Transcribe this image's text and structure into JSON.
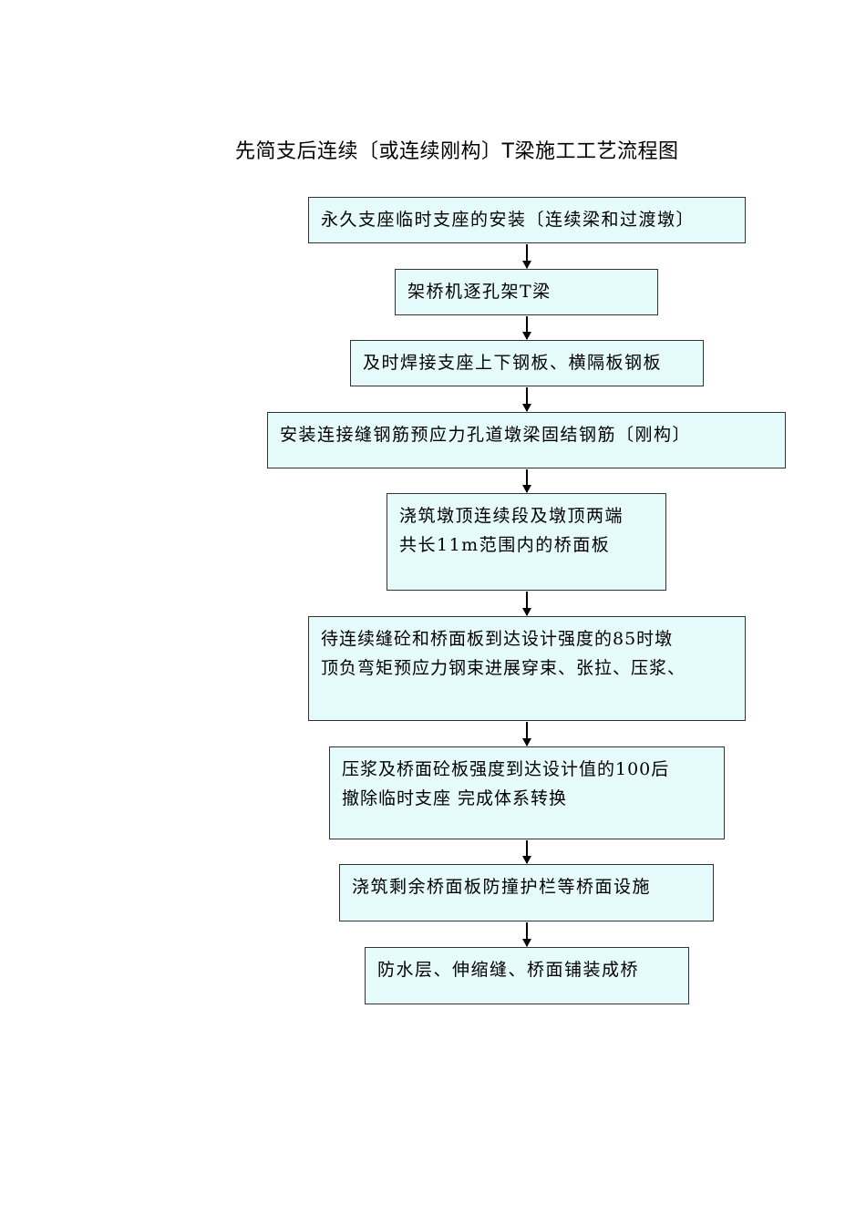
{
  "diagram": {
    "title": "先简支后连续〔或连续刚构〕T梁施工工艺流程图",
    "steps": [
      {
        "lines": [
          "永久支座临时支座的安装〔连续梁和过渡墩〕"
        ]
      },
      {
        "lines": [
          "架桥机逐孔架T梁"
        ]
      },
      {
        "lines": [
          "及时焊接支座上下钢板、横隔板钢板"
        ]
      },
      {
        "lines": [
          "安装连接缝钢筋预应力孔道墩梁固结钢筋〔刚构〕"
        ]
      },
      {
        "lines": [
          "浇筑墩顶连续段及墩顶两端",
          "共长11m范围内的桥面板"
        ]
      },
      {
        "lines": [
          "待连续缝砼和桥面板到达设计强度的85时墩",
          "顶负弯矩预应力钢束进展穿束、张拉、压浆、"
        ]
      },
      {
        "lines": [
          "压浆及桥面砼板强度到达设计值的100后",
          "撤除临时支座 完成体系转换"
        ]
      },
      {
        "lines": [
          "浇筑剩余桥面板防撞护栏等桥面设施"
        ]
      },
      {
        "lines": [
          "防水层、伸缩缝、桥面铺装成桥"
        ]
      }
    ]
  }
}
